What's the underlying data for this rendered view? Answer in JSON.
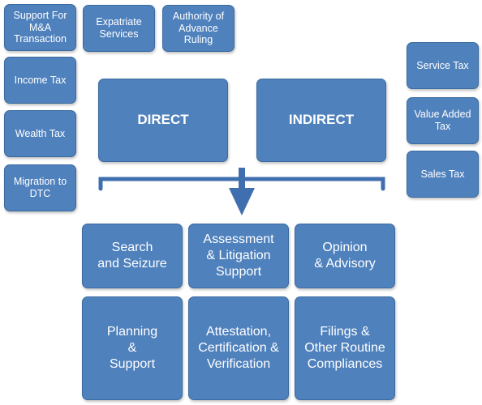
{
  "left_column": [
    "Support For\nM&A\nTransaction",
    "Income Tax",
    "Wealth Tax",
    "Migration to\nDTC"
  ],
  "top_row": [
    "Expatriate\nServices",
    "Authority of\nAdvance\nRuling"
  ],
  "right_column": [
    "Service Tax",
    "Value Added\nTax",
    "Sales Tax"
  ],
  "main": {
    "direct": "DIRECT",
    "indirect": "INDIRECT"
  },
  "services": [
    "Search\nand Seizure",
    "Assessment\n& Litigation\nSupport",
    "Opinion\n& Advisory",
    "Planning\n&\nSupport",
    "Attestation,\nCertification &\nVerification",
    "Filings &\nOther Routine\nCompliances"
  ],
  "colors": {
    "box_fill": "#4f81bd",
    "connector": "#3f6fae"
  }
}
